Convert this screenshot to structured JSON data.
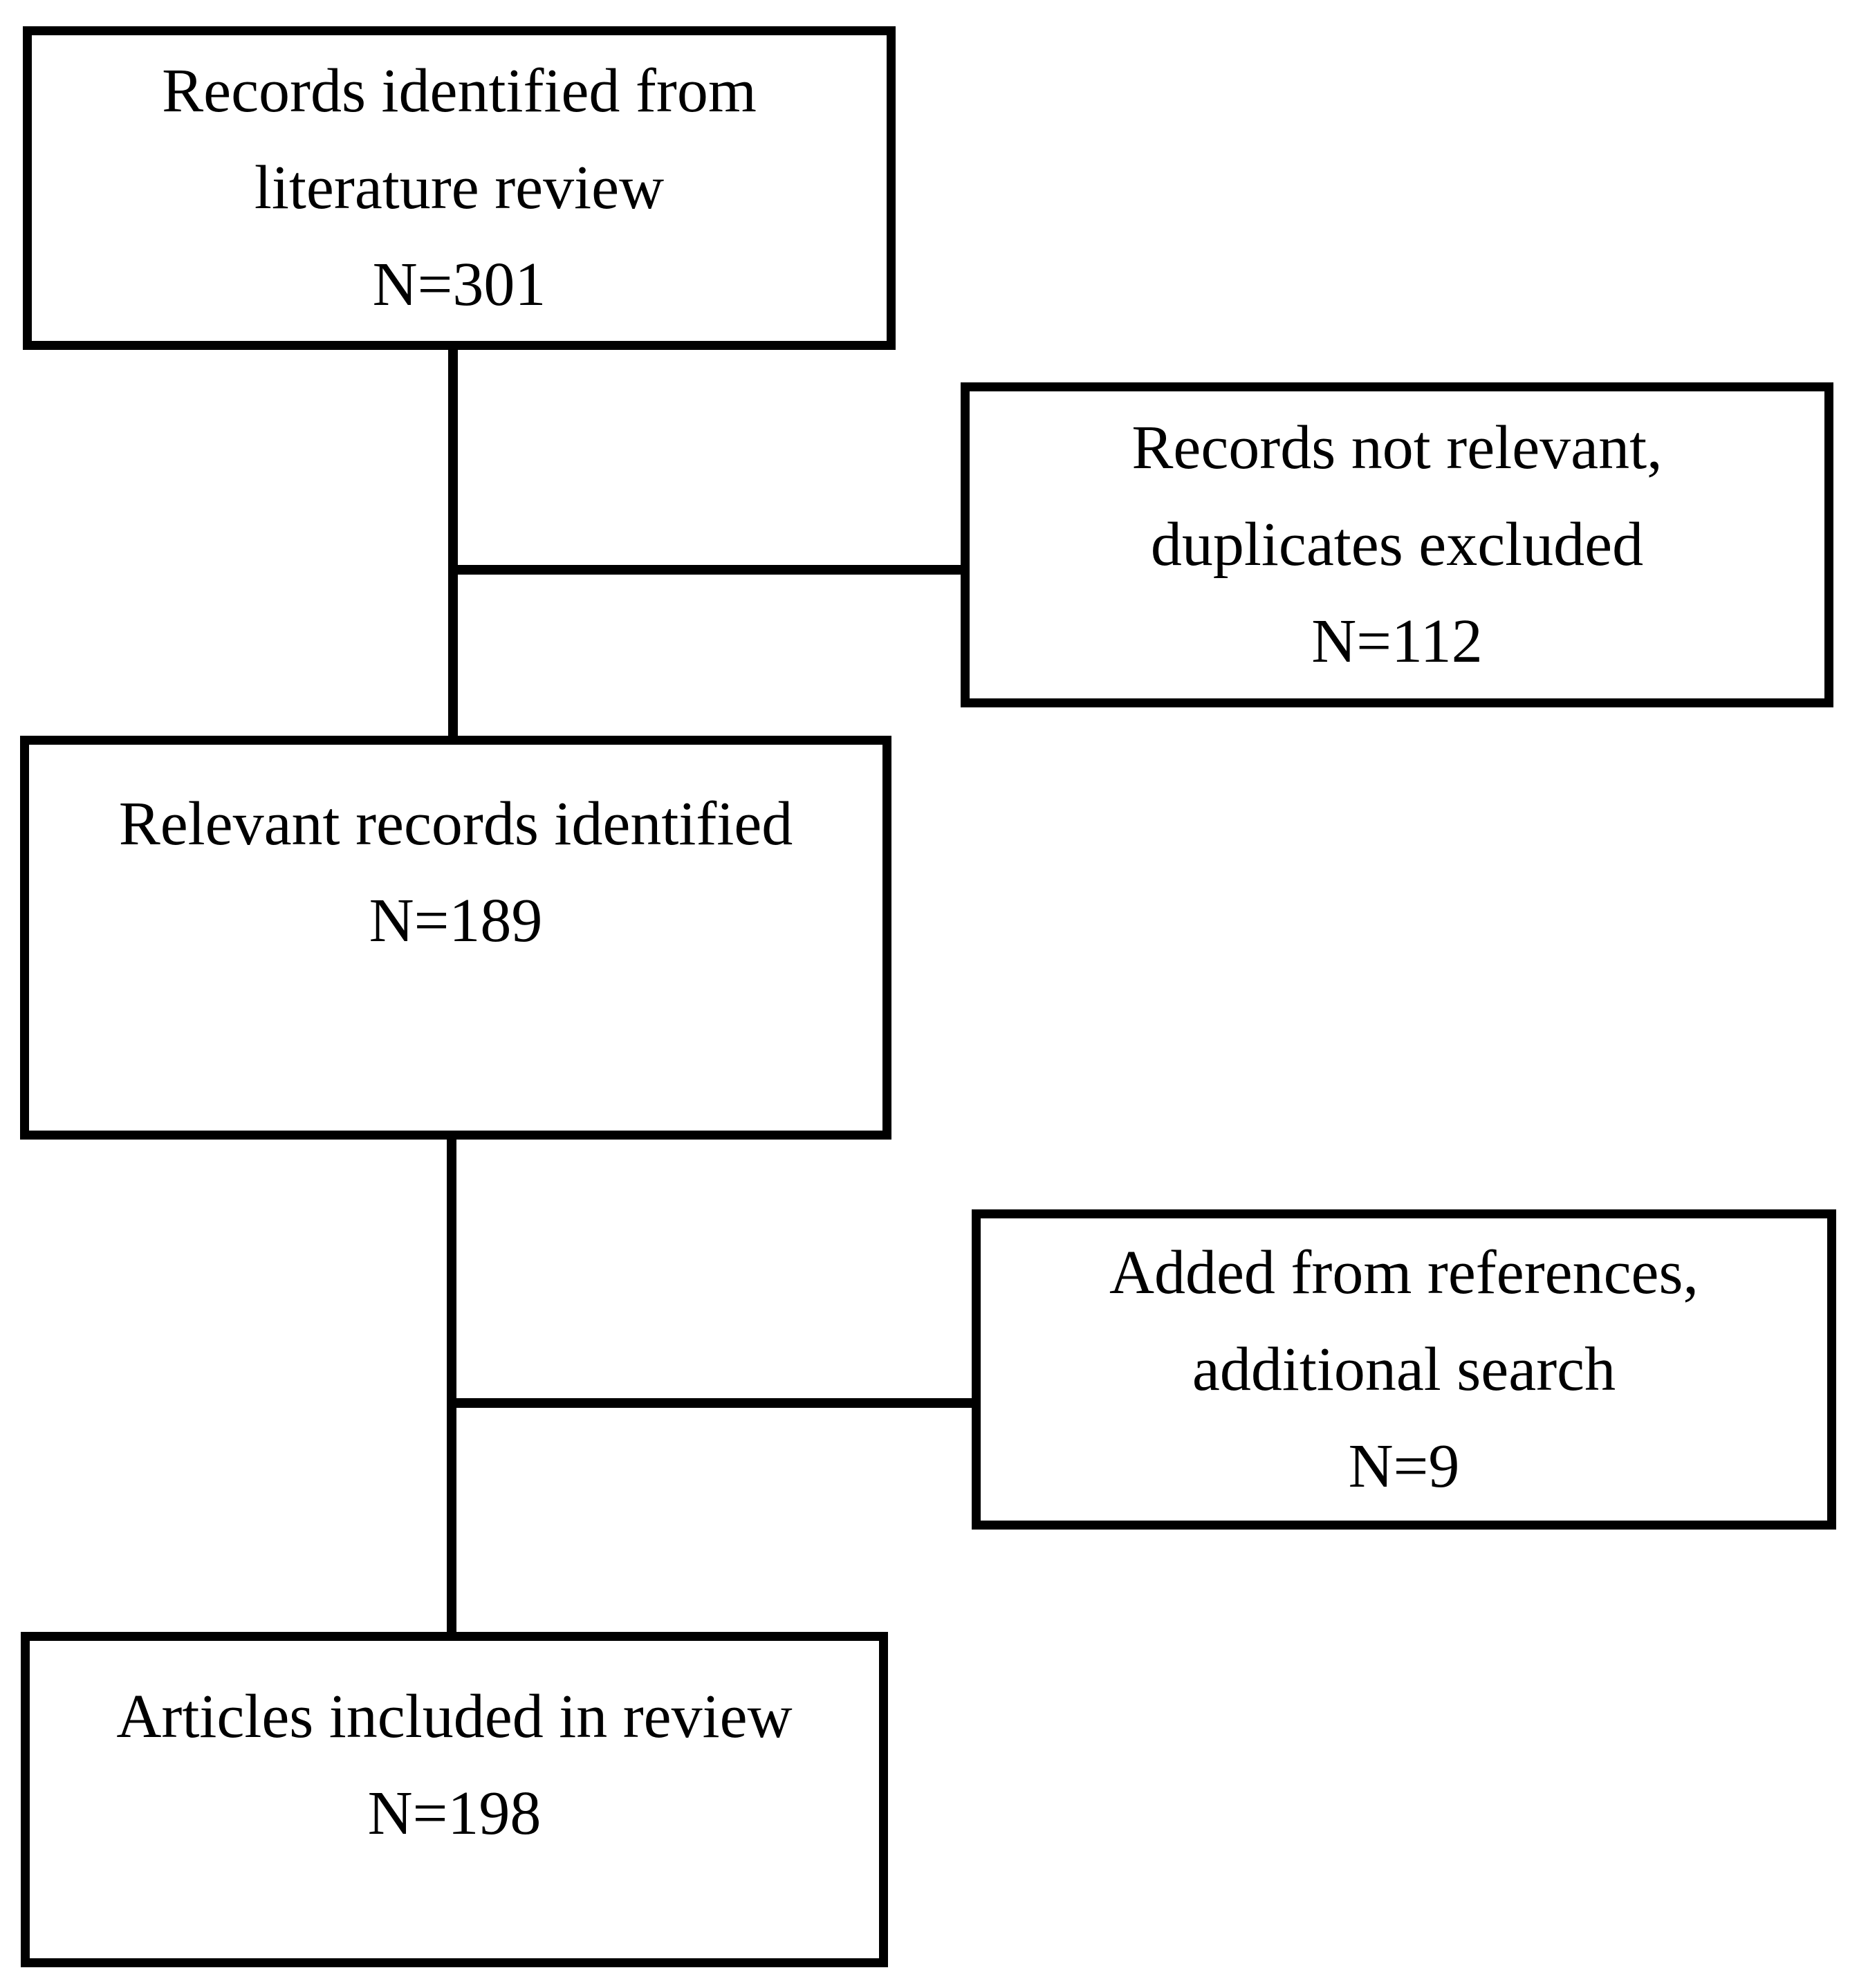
{
  "diagram": {
    "type": "literature-review-flowchart",
    "colors": {
      "background": "#ffffff",
      "border": "#000000",
      "text": "#000000"
    },
    "boxes": {
      "records_identified": {
        "line1": "Records identified from",
        "line2": "literature review",
        "count": "N=301"
      },
      "records_excluded": {
        "line1": "Records not relevant,",
        "line2": "duplicates excluded",
        "count": "N=112"
      },
      "relevant_records": {
        "line1": "Relevant records identified",
        "count": "N=189"
      },
      "added_references": {
        "line1": "Added from references,",
        "line2": "additional search",
        "count": "N=9"
      },
      "articles_included": {
        "line1": "Articles included in review",
        "count": "N=198"
      }
    },
    "connections": [
      {
        "from": "records_identified",
        "to": "relevant_records"
      },
      {
        "from": "records_identified",
        "to": "records_excluded"
      },
      {
        "from": "relevant_records",
        "to": "articles_included"
      },
      {
        "from": "added_references",
        "to": "articles_included"
      }
    ]
  }
}
